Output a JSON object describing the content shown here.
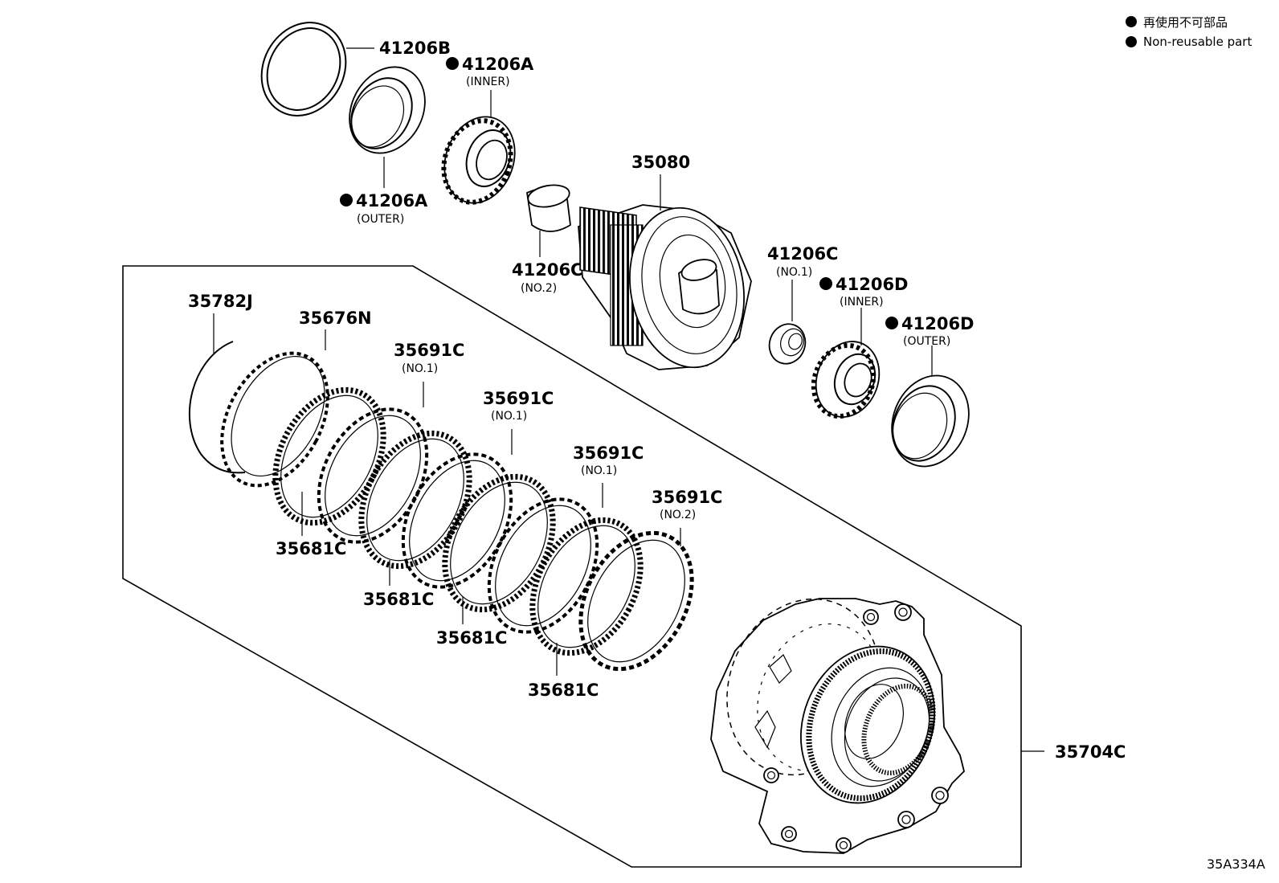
{
  "legend": {
    "japanese": "再使用不可部品",
    "english": "Non-reusable part"
  },
  "labels": {
    "p41206B": "41206B",
    "p41206A_inner": "41206A",
    "p41206A_inner_sub": "(INNER)",
    "p41206A_outer": "41206A",
    "p41206A_outer_sub": "(OUTER)",
    "p35080": "35080",
    "p41206C_no2": "41206C",
    "p41206C_no2_sub": "(NO.2)",
    "p41206C_no1": "41206C",
    "p41206C_no1_sub": "(NO.1)",
    "p41206D_inner": "41206D",
    "p41206D_inner_sub": "(INNER)",
    "p41206D_outer": "41206D",
    "p41206D_outer_sub": "(OUTER)",
    "p35782J": "35782J",
    "p35676N": "35676N",
    "p35691C_a": "35691C",
    "p35691C_a_sub": "(NO.1)",
    "p35691C_b": "35691C",
    "p35691C_b_sub": "(NO.1)",
    "p35691C_c": "35691C",
    "p35691C_c_sub": "(NO.1)",
    "p35691C_d": "35691C",
    "p35691C_d_sub": "(NO.2)",
    "p35681C_a": "35681C",
    "p35681C_b": "35681C",
    "p35681C_c": "35681C",
    "p35681C_d": "35681C",
    "p35704C": "35704C"
  },
  "diagram_code": "35A334A"
}
